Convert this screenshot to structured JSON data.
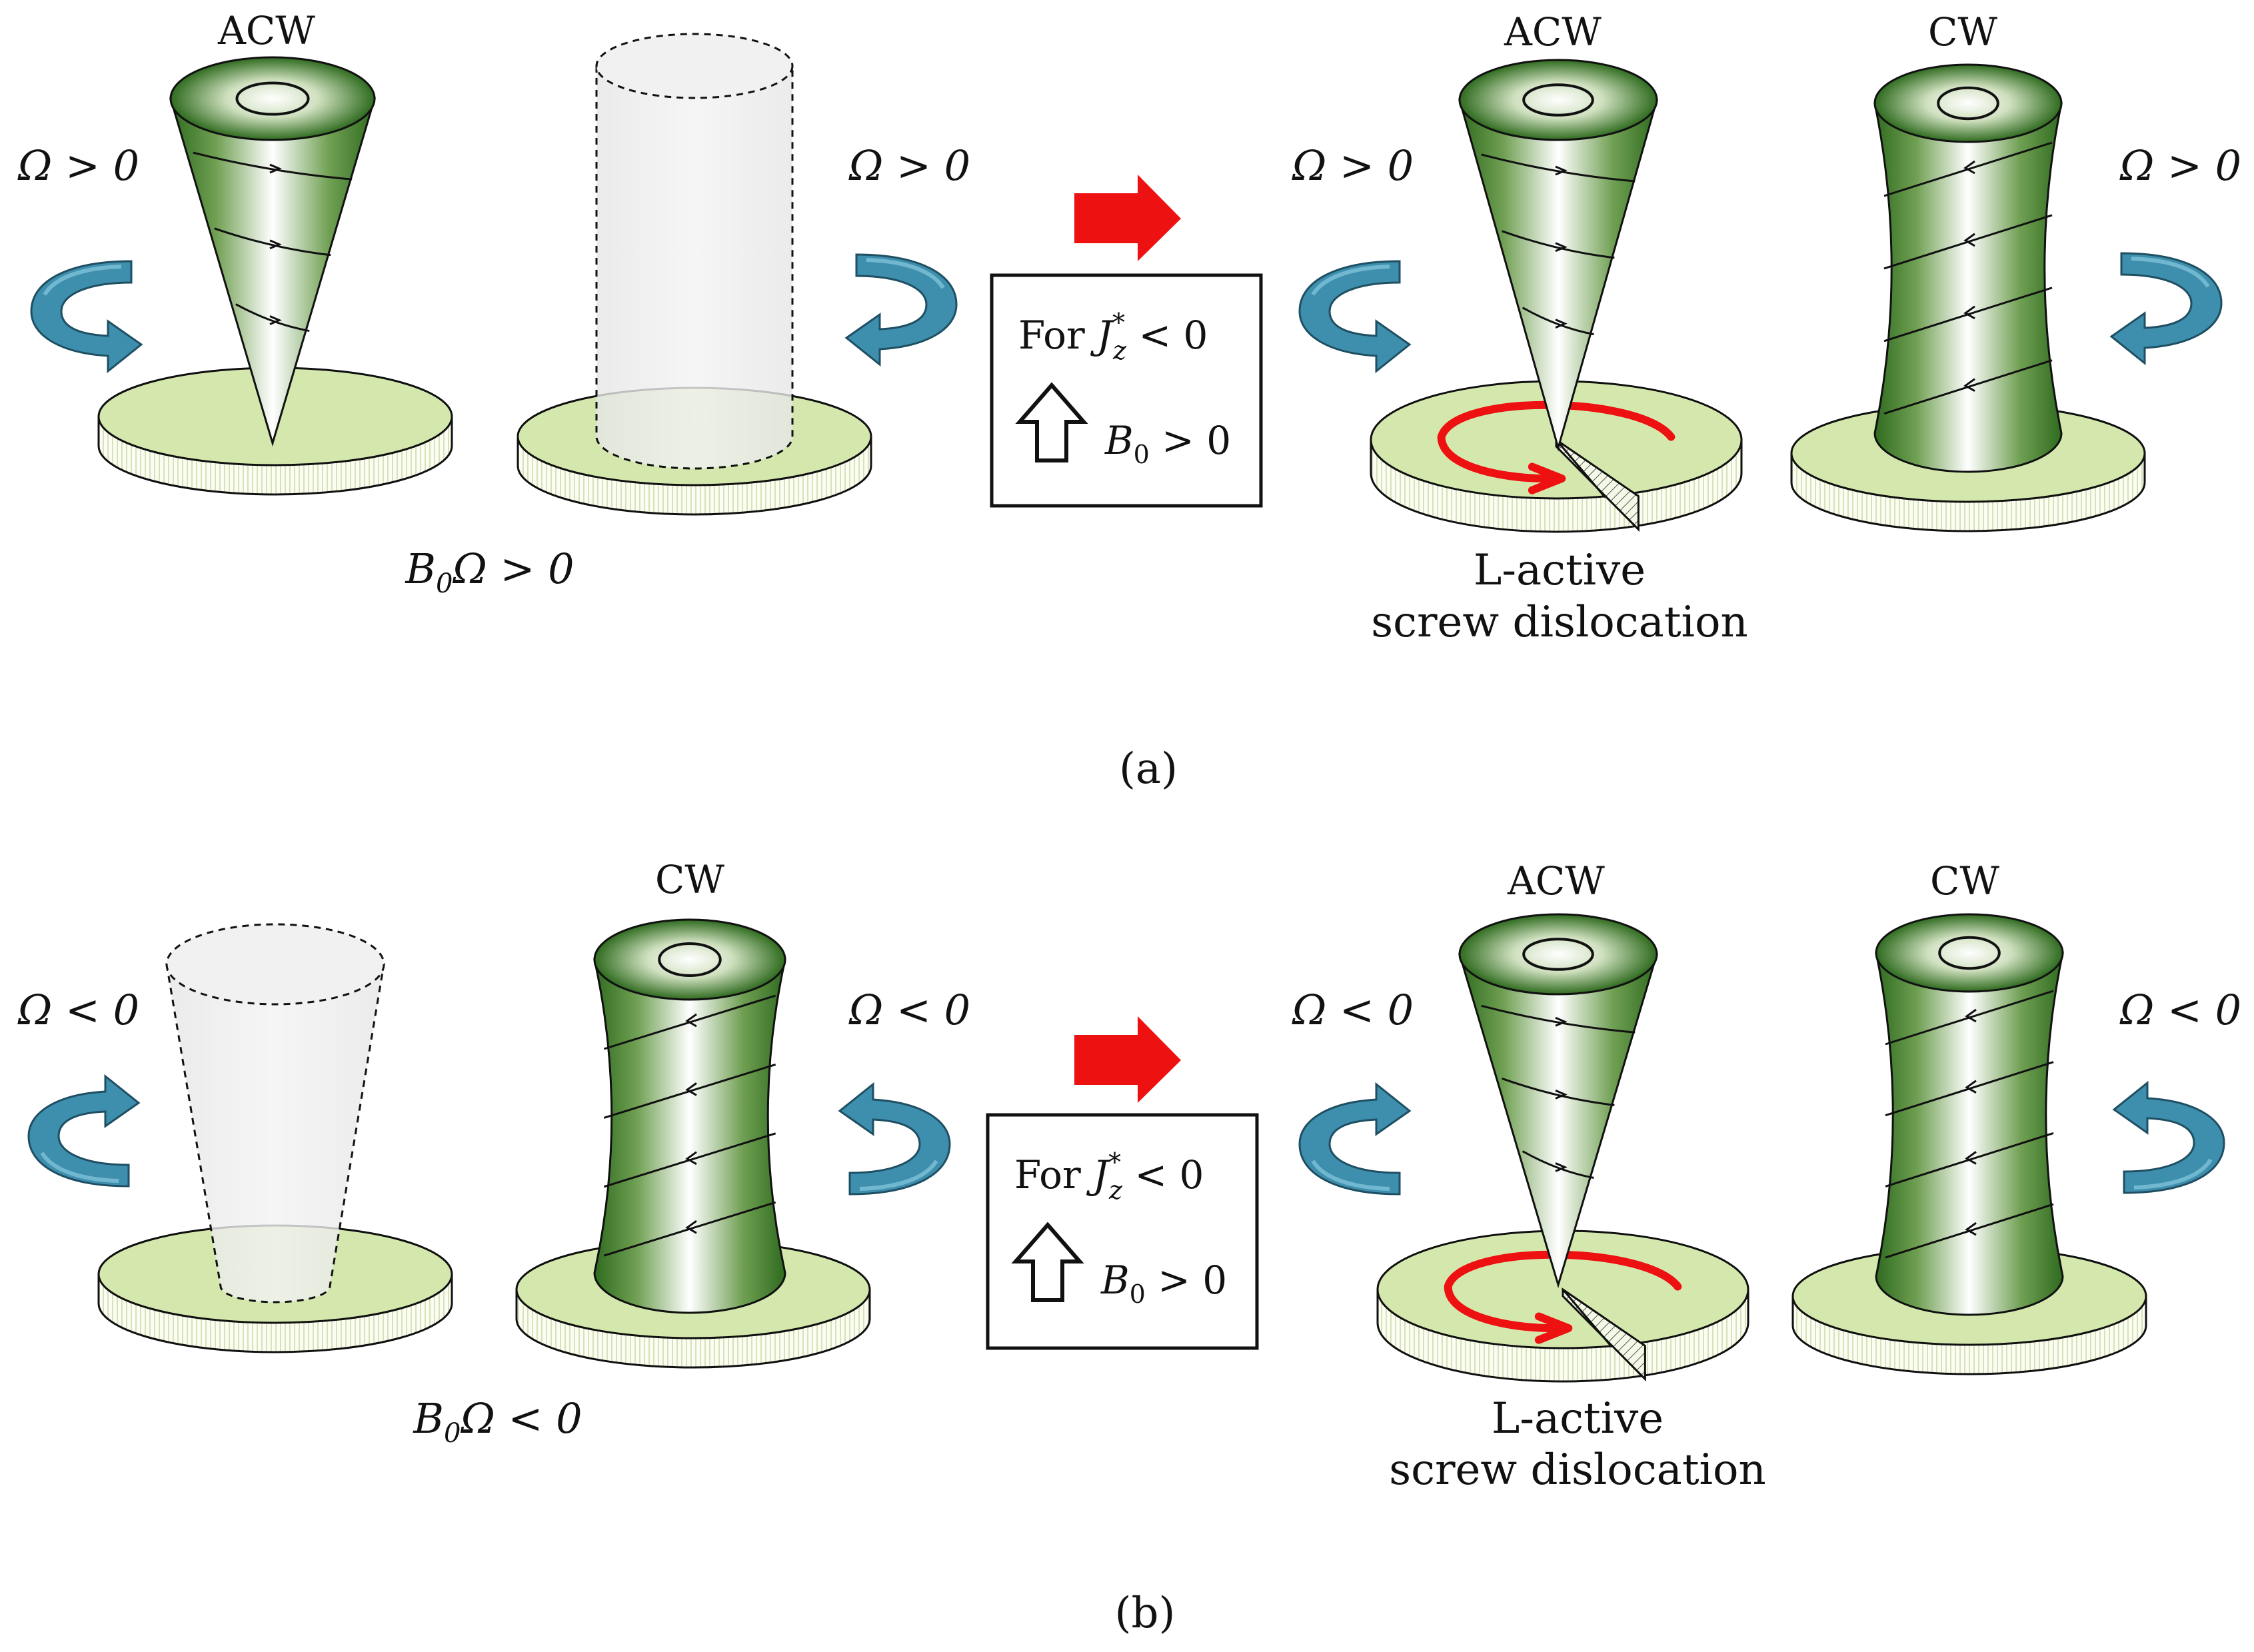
{
  "colors": {
    "disk_fill": "#d4e8ad",
    "disk_edge": "#f6fae8",
    "vortex_dark": "#2f6b1f",
    "vortex_mid": "#7fae5e",
    "vortex_light": "#ffffff",
    "rotation_arrow": "#3e8fad",
    "big_arrow": "#ee1111",
    "dislocation_arrow": "#ee1111",
    "ghost_fill": "#ebebeb"
  },
  "icons": {
    "rotation": "curved-rotation-arrow-icon",
    "transition": "right-arrow-icon",
    "field": "hollow-up-arrow-icon"
  },
  "panel_a": {
    "caption": "(a)",
    "omega_left": "Ω > 0",
    "omega_right": "Ω > 0",
    "omega_after_left": "Ω > 0",
    "omega_after_right": "Ω > 0",
    "vortex1_label": "ACW",
    "vortex_after1_label": "ACW",
    "vortex_after2_label": "CW",
    "product_B": "B",
    "product_sub": "0",
    "product_rest": "Ω > 0",
    "box_for": "For",
    "box_J": "J",
    "box_J_sub": "z",
    "box_J_sup": "*",
    "box_J_rest": " < 0",
    "box_B": "B",
    "box_B_sub": "0",
    "box_B_rest": " > 0",
    "result_line1": "L-active",
    "result_line2": "screw dislocation"
  },
  "panel_b": {
    "caption": "(b)",
    "omega_left": "Ω < 0",
    "omega_right": "Ω < 0",
    "omega_after_left": "Ω < 0",
    "omega_after_right": "Ω < 0",
    "vortex2_label": "CW",
    "vortex_after1_label": "ACW",
    "vortex_after2_label": "CW",
    "product_B": "B",
    "product_sub": "0",
    "product_rest": "Ω < 0",
    "box_for": "For",
    "box_J": "J",
    "box_J_sub": "z",
    "box_J_sup": "*",
    "box_J_rest": " < 0",
    "box_B": "B",
    "box_B_sub": "0",
    "box_B_rest": " > 0",
    "result_line1": "L-active",
    "result_line2": "screw dislocation"
  }
}
